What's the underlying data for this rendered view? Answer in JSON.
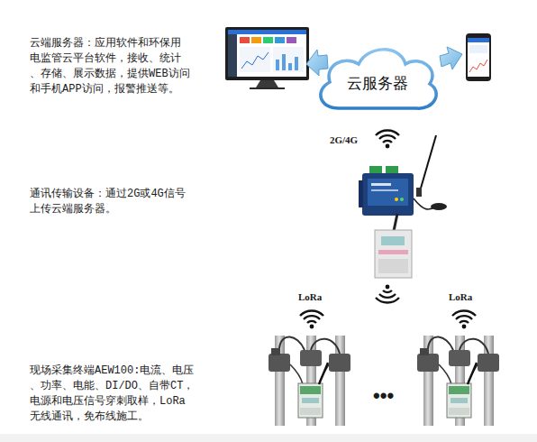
{
  "diagram": {
    "nodes": [
      {
        "text": [
          "云服务器"
        ]
      }
    ],
    "labels": [
      "云端服务器：应用软件和环保用 电监管云平台软件，接收、统计 、存储、展示数据，提供WEB访问 和手机APP访问，报警推送等。",
      "通讯传输设备：通过2G或4G信号 上传云端服务器。",
      "现场采集终端AEW100:电流、电压 、功率、电能、DI/DO、自带CT， 电源和电压信号穿刺取样，LoRa 无线通讯，免布线施工。",
      "2G/4G",
      "LoRa",
      "LoRa",
      "•••"
    ]
  }
}
